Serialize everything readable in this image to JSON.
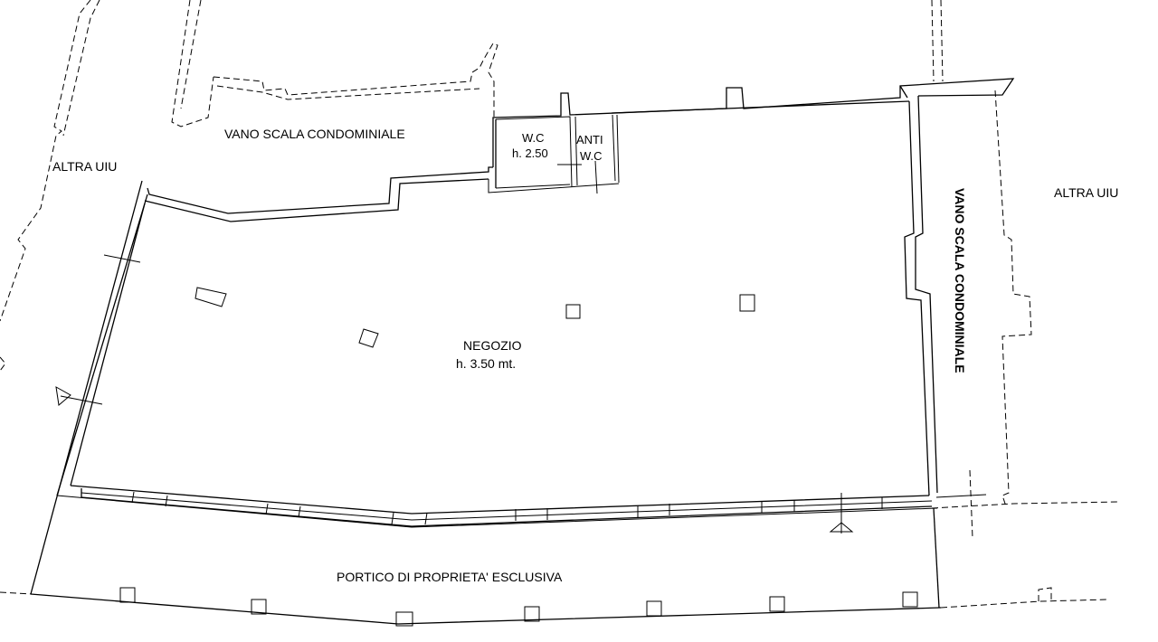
{
  "labels": {
    "altra_uiu_left": "ALTRA UIU",
    "altra_uiu_right": "ALTRA UIU",
    "vano_scala_top": "VANO SCALA CONDOMINIALE",
    "vano_scala_right": "VANO SCALA CONDOMINIALE",
    "wc_name": "W.C",
    "wc_height": "h. 2.50",
    "anti_wc_line1": "ANTI",
    "anti_wc_line2": "W.C",
    "negozio_name": "NEGOZIO",
    "negozio_height": "h. 3.50 mt.",
    "portico": "PORTICO DI PROPRIETA' ESCLUSIVA"
  }
}
